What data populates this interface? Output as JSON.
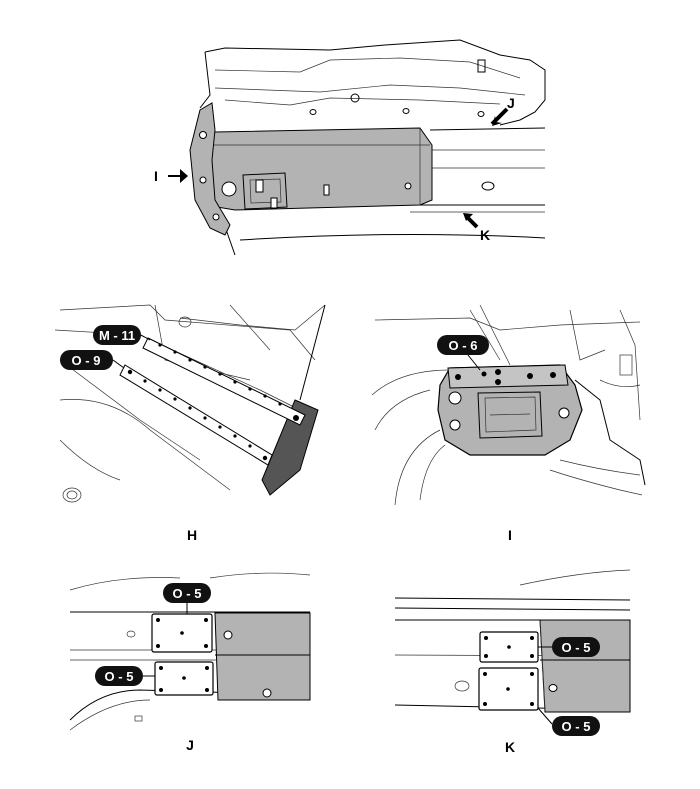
{
  "main_view": {
    "arrows": {
      "i": "I",
      "j": "J",
      "k": "K"
    }
  },
  "panels": {
    "h": {
      "label": "H",
      "callouts": [
        "M - 11",
        "O - 9"
      ]
    },
    "i": {
      "label": "I",
      "callouts": [
        "O - 6"
      ]
    },
    "j": {
      "label": "J",
      "callouts": [
        "O - 5",
        "O - 5"
      ]
    },
    "k": {
      "label": "K",
      "callouts": [
        "O - 5",
        "O - 5"
      ]
    }
  },
  "colors": {
    "part_fill": "#b3b3b3",
    "callout_fill": "#111111",
    "line": "#000000"
  }
}
